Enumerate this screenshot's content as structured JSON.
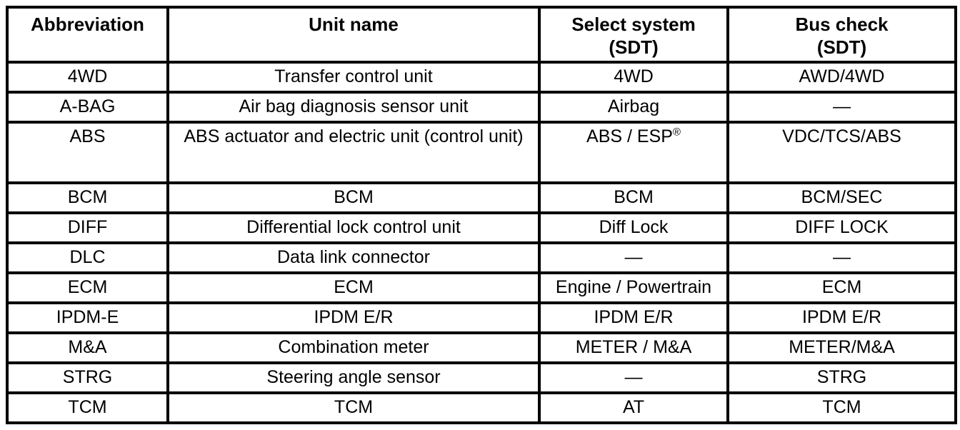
{
  "colors": {
    "background": "#ffffff",
    "border": "#000000",
    "text": "#000000"
  },
  "table": {
    "columns": [
      {
        "label": "Abbreviation"
      },
      {
        "label": "Unit name"
      },
      {
        "label": "Select system\n(SDT)"
      },
      {
        "label": "Bus check\n(SDT)"
      }
    ],
    "rows": [
      {
        "abbr": "4WD",
        "unit": "Transfer control unit",
        "select": "4WD",
        "bus": "AWD/4WD"
      },
      {
        "abbr": "A-BAG",
        "unit": "Air bag diagnosis sensor unit",
        "select": "Airbag",
        "bus": "—"
      },
      {
        "abbr": "ABS",
        "unit": "ABS actuator and electric unit (control unit)",
        "select": "ABS / ESP",
        "select_sup": "®",
        "bus": "VDC/TCS/ABS"
      },
      {
        "abbr": "BCM",
        "unit": "BCM",
        "select": "BCM",
        "bus": "BCM/SEC"
      },
      {
        "abbr": "DIFF",
        "unit": "Differential lock control unit",
        "select": "Diff Lock",
        "bus": "DIFF LOCK"
      },
      {
        "abbr": "DLC",
        "unit": "Data link connector",
        "select": "—",
        "bus": "—"
      },
      {
        "abbr": "ECM",
        "unit": "ECM",
        "select": "Engine / Powertrain",
        "bus": "ECM"
      },
      {
        "abbr": "IPDM-E",
        "unit": "IPDM E/R",
        "select": "IPDM E/R",
        "bus": "IPDM E/R"
      },
      {
        "abbr": "M&A",
        "unit": "Combination meter",
        "select": "METER / M&A",
        "bus": "METER/M&A"
      },
      {
        "abbr": "STRG",
        "unit": "Steering angle sensor",
        "select": "—",
        "bus": "STRG"
      },
      {
        "abbr": "TCM",
        "unit": "TCM",
        "select": "AT",
        "bus": "TCM"
      }
    ]
  }
}
